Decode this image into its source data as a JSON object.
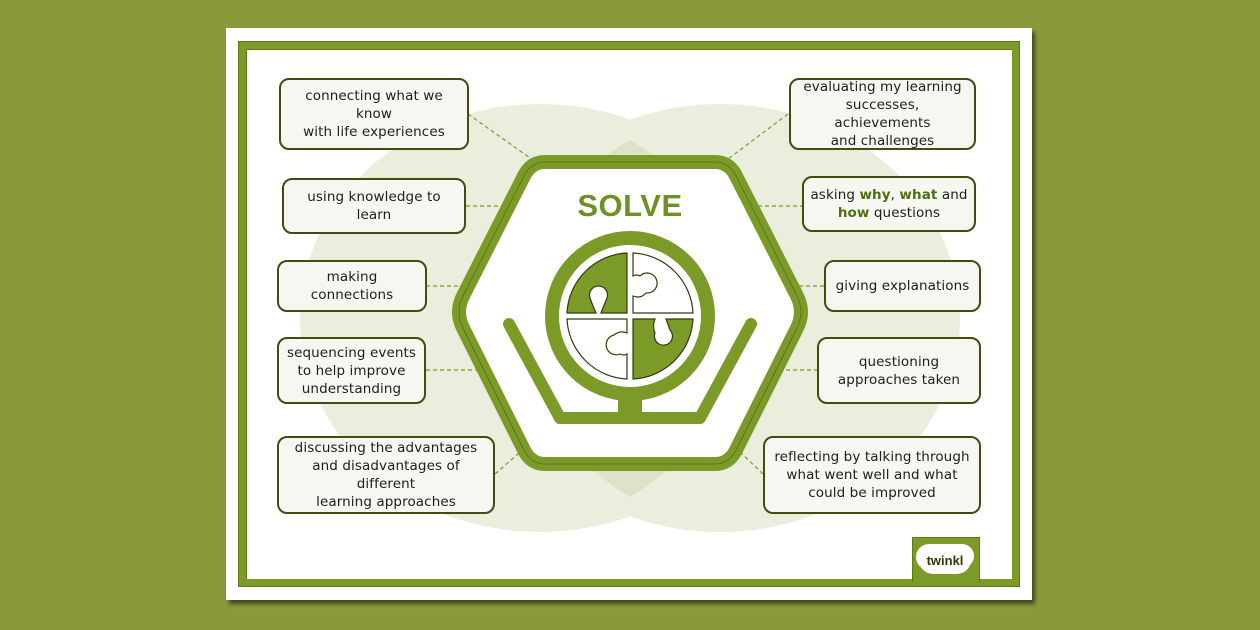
{
  "poster": {
    "title": "SOLVE",
    "brand": "twinkl",
    "colors": {
      "background": "#8a9a3a",
      "frame": "#7b9a28",
      "accent_text": "#6e9127",
      "ellipse_light": "#ecefdf",
      "ellipse_mid": "#dfe4cb",
      "box_fill": "#f6f7f0",
      "box_border": "#3d4f10"
    },
    "left_items": [
      {
        "lines": [
          "connecting what we know",
          "with life experiences"
        ]
      },
      {
        "lines": [
          "using knowledge to learn"
        ]
      },
      {
        "lines": [
          "making connections"
        ]
      },
      {
        "lines": [
          "sequencing events",
          "to help improve",
          "understanding"
        ]
      },
      {
        "lines": [
          "discussing the advantages",
          "and disadvantages of different",
          "learning approaches"
        ]
      }
    ],
    "right_items": [
      {
        "lines": [
          "evaluating my learning",
          "successes, achievements",
          "and challenges"
        ]
      },
      {
        "parts": {
          "a": "asking ",
          "why": "why",
          "comma": ", ",
          "what": "what",
          "and": " and",
          "how": "how",
          "rest": " questions"
        }
      },
      {
        "lines": [
          "giving explanations"
        ]
      },
      {
        "lines": [
          "questioning",
          "approaches taken"
        ]
      },
      {
        "lines": [
          "reflecting by talking through",
          "what went well and what",
          "could be improved"
        ]
      }
    ]
  }
}
